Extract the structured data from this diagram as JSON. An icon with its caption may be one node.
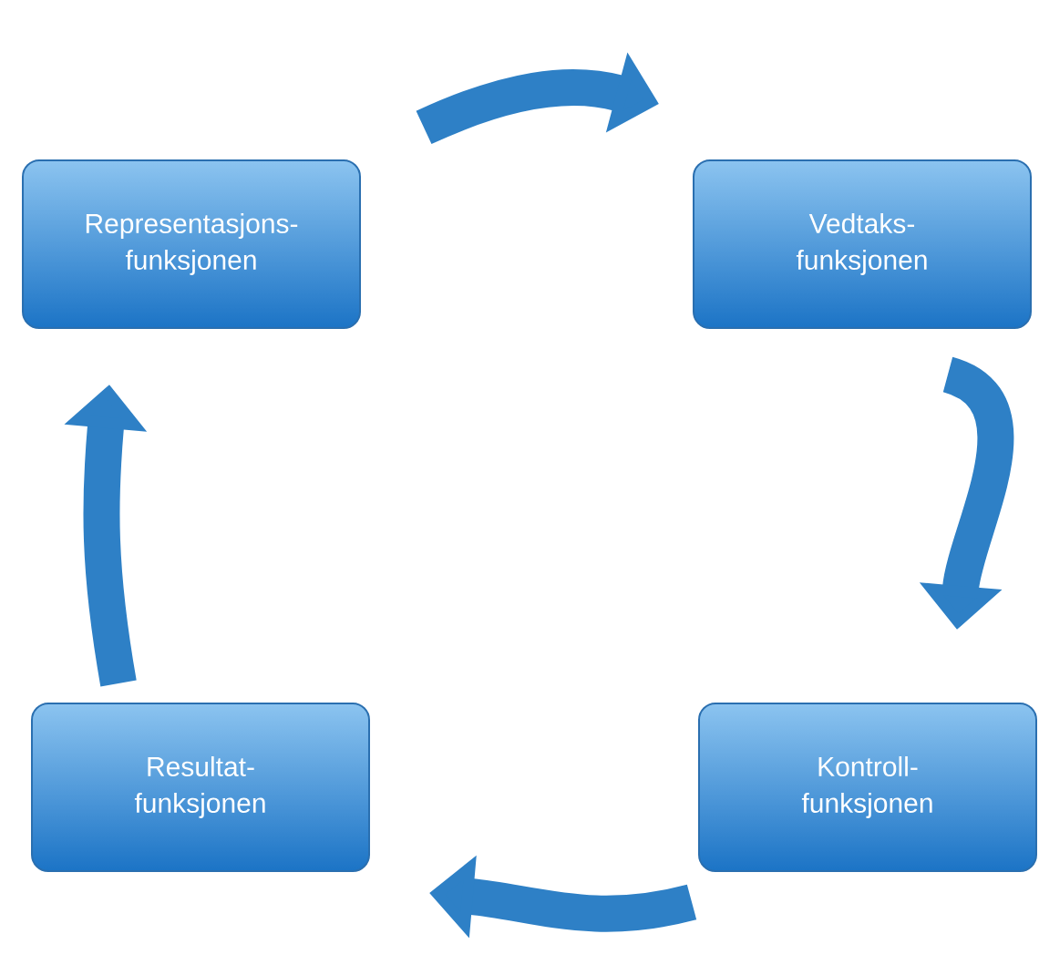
{
  "diagram": {
    "nodes": [
      {
        "text": [
          "Representasjons- funksjonen"
        ]
      },
      {
        "text": [
          "Vedtaks- funksjonen"
        ]
      },
      {
        "text": [
          "Kontroll- funksjonen"
        ]
      },
      {
        "text": [
          "Resultat- funksjonen"
        ]
      }
    ],
    "edges": [
      {
        "from": 0,
        "to": 1,
        "arrow": "to"
      },
      {
        "from": 1,
        "to": 2,
        "arrow": "to"
      },
      {
        "from": 2,
        "to": 3,
        "arrow": "to"
      },
      {
        "from": 3,
        "to": 0,
        "arrow": "to"
      }
    ]
  }
}
